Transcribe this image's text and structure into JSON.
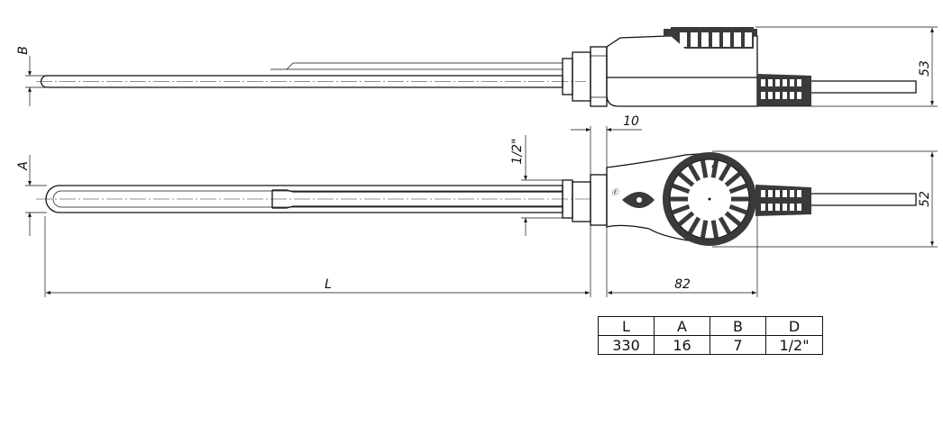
{
  "dimensions": {
    "side_height": "53",
    "front_height": "52",
    "body_width": "82",
    "nut_width": "10",
    "thread": "1/2\"",
    "length": "L",
    "tube_diameter": "A",
    "sensor_diameter": "B"
  },
  "spec_table": {
    "headers": [
      "L",
      "A",
      "B",
      "D"
    ],
    "values": [
      "330",
      "16",
      "7",
      "1/2\""
    ]
  },
  "colors": {
    "line": "#111111",
    "fill": "#3a3a3a",
    "background": "#ffffff"
  }
}
